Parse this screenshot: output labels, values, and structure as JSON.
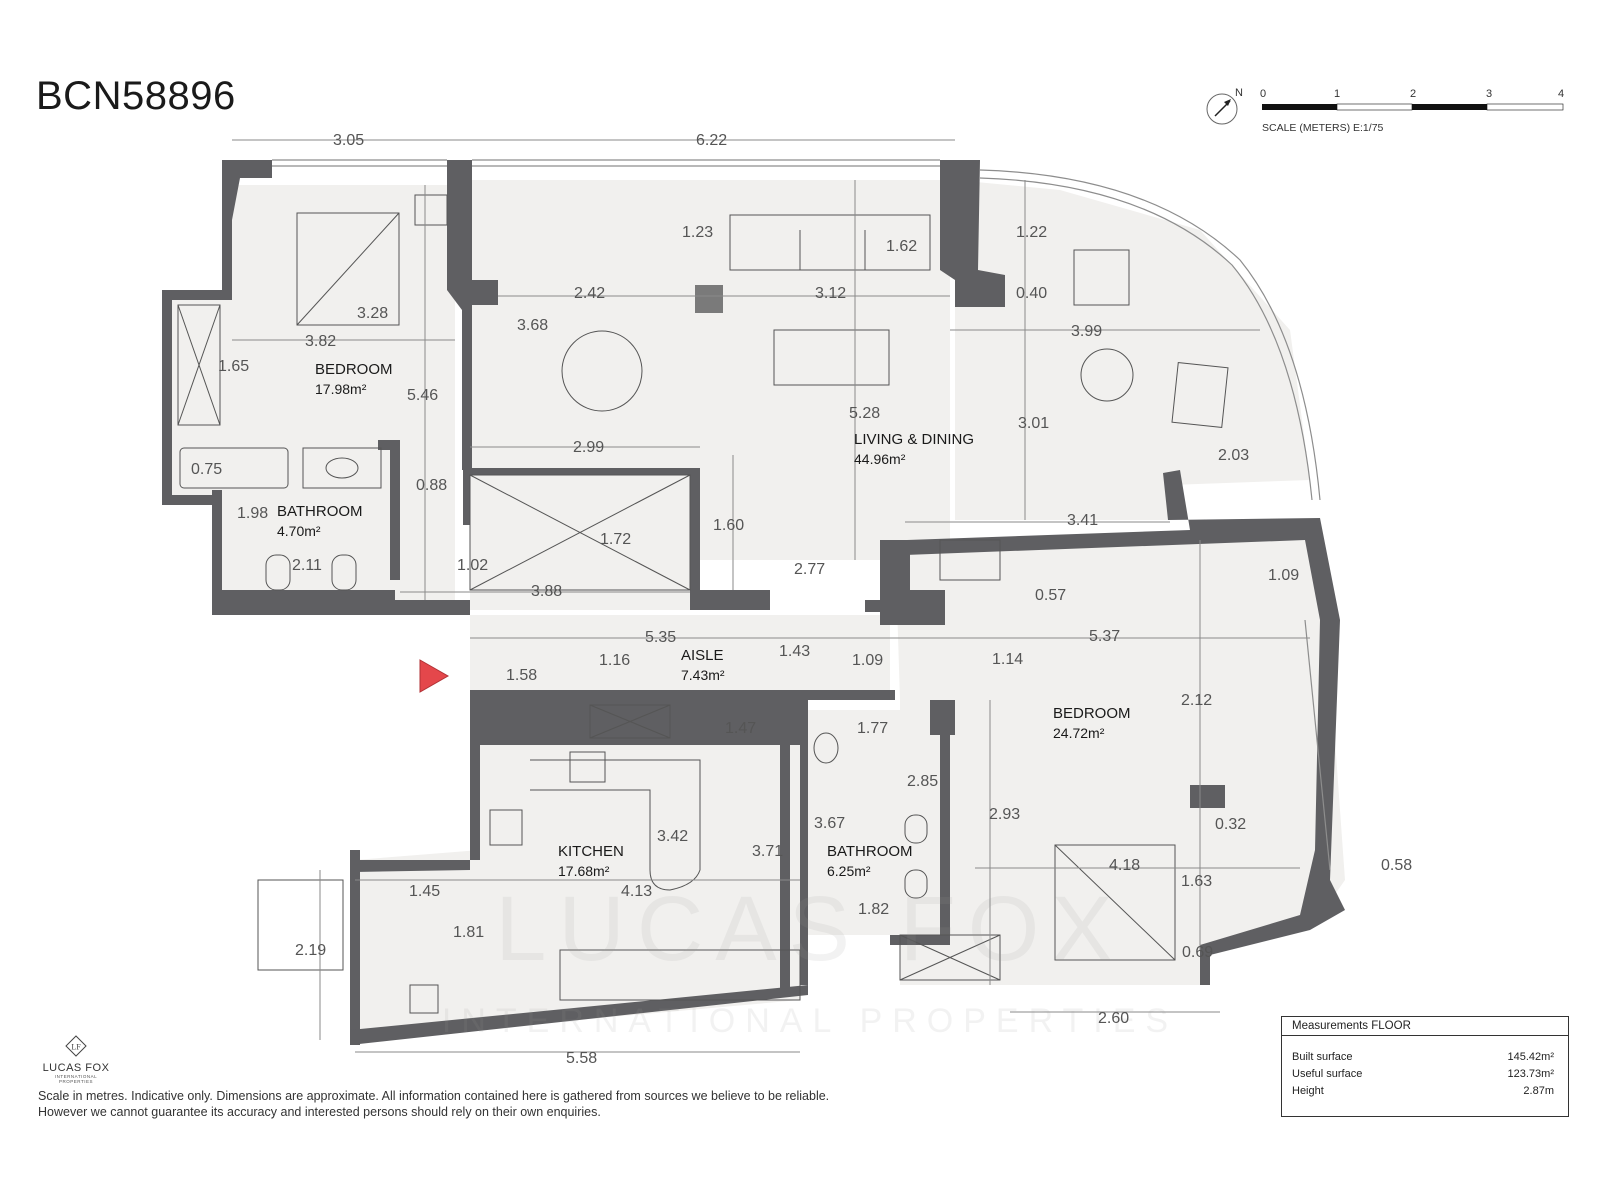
{
  "title": "BCN58896",
  "north_label": "N",
  "scale": {
    "ticks": [
      "0",
      "1",
      "2",
      "3",
      "4"
    ],
    "caption": "SCALE (METERS) E:1/75"
  },
  "rooms": {
    "bedroom1": {
      "name": "BEDROOM",
      "area": "17.98m²"
    },
    "bathroom1": {
      "name": "BATHROOM",
      "area": "4.70m²"
    },
    "living": {
      "name": "LIVING & DINING",
      "area": "44.96m²"
    },
    "aisle": {
      "name": "AISLE",
      "area": "7.43m²"
    },
    "bedroom2": {
      "name": "BEDROOM",
      "area": "24.72m²"
    },
    "kitchen": {
      "name": "KITCHEN",
      "area": "17.68m²"
    },
    "bathroom2": {
      "name": "BATHROOM",
      "area": "6.25m²"
    }
  },
  "dimensions": {
    "top_left": "3.05",
    "top_mid": "6.22",
    "d1_23": "1.23",
    "d1_62": "1.62",
    "d1_22": "1.22",
    "d3_28": "3.28",
    "d2_42": "2.42",
    "d3_12": "3.12",
    "d0_40": "0.40",
    "d3_82": "3.82",
    "d3_68": "3.68",
    "d3_99": "3.99",
    "d1_65": "1.65",
    "d5_46": "5.46",
    "d5_28": "5.28",
    "d3_01": "3.01",
    "d2_99": "2.99",
    "d2_03": "2.03",
    "d0_75": "0.75",
    "d0_88": "0.88",
    "d1_98": "1.98",
    "d1_60": "1.60",
    "d3_41": "3.41",
    "d1_72": "1.72",
    "d2_11": "2.11",
    "d1_02": "1.02",
    "d2_77": "2.77",
    "d1_09a": "1.09",
    "d0_57": "0.57",
    "d3_88": "3.88",
    "d5_35": "5.35",
    "d5_37": "5.37",
    "d1_16": "1.16",
    "d1_43": "1.43",
    "d1_09b": "1.09",
    "d1_14": "1.14",
    "d1_58": "1.58",
    "d2_12": "2.12",
    "d1_47": "1.47",
    "d1_77": "1.77",
    "d2_85": "2.85",
    "d3_67": "3.67",
    "d2_93": "2.93",
    "d0_32": "0.32",
    "d3_42": "3.42",
    "d3_71": "3.71",
    "d4_18": "4.18",
    "d0_58": "0.58",
    "d1_45": "1.45",
    "d4_13": "4.13",
    "d1_63": "1.63",
    "d1_82": "1.82",
    "d2_19": "2.19",
    "d1_81": "1.81",
    "d0_69": "0.69",
    "d2_60": "2.60",
    "d5_58": "5.58"
  },
  "measurements": {
    "heading": "Measurements FLOOR",
    "rows": [
      {
        "label": "Built surface",
        "value": "145.42m²"
      },
      {
        "label": "Useful surface",
        "value": "123.73m²"
      },
      {
        "label": "Height",
        "value": "2.87m"
      }
    ]
  },
  "disclaimer": [
    "Scale in metres. Indicative only. Dimensions are approximate. All information contained here is gathered from sources we believe to be reliable.",
    "However we cannot guarantee its accuracy and interested persons should rely on their own enquiries."
  ],
  "watermark": "LUCAS FOX",
  "watermark_sub": "INTERNATIONAL PROPERTIES",
  "logo": {
    "text": "LUCAS FOX",
    "sub": "INTERNATIONAL PROPERTIES"
  },
  "colors": {
    "wall": "#5f5f62",
    "floor": "#f1f0ee",
    "entry_marker": "#e4474b",
    "line": "#777777"
  }
}
